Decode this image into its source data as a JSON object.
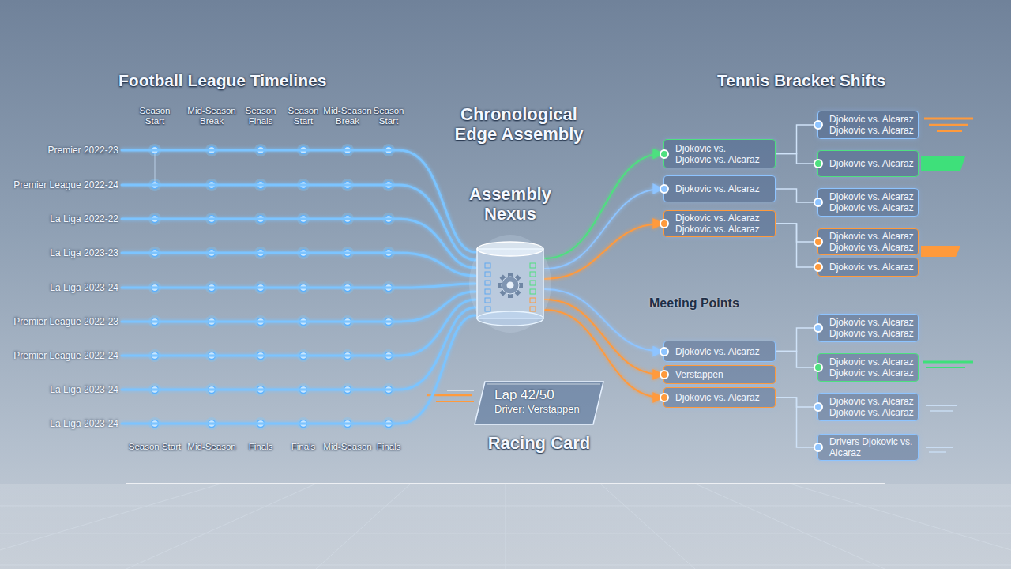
{
  "diagram": {
    "title": "Chronological Edge Assembly",
    "nodes": [
      {
        "text": [
          "Premier 2022-23"
        ]
      },
      {
        "text": [
          "Premier League 2022-24"
        ]
      },
      {
        "text": [
          "La Liga 2022-22"
        ]
      },
      {
        "text": [
          "La Liga 2023-23"
        ]
      },
      {
        "text": [
          "La Liga 2023-24"
        ]
      },
      {
        "text": [
          "Premier League 2022-23"
        ]
      },
      {
        "text": [
          "Premier League 2022-24"
        ]
      },
      {
        "text": [
          "La Liga 2023-24"
        ]
      },
      {
        "text": [
          "La Liga 2023-24"
        ]
      },
      {
        "text": [
          "Assembly Nexus"
        ]
      },
      {
        "text": [
          "Lap 42/50",
          "Driver: Verstappen",
          "Racing Card"
        ]
      },
      {
        "text": [
          "Djokovic vs. Djokovic vs. Alcaraz"
        ]
      },
      {
        "text": [
          "Djokovic vs. Alcaraz"
        ]
      },
      {
        "text": [
          "Djokovic vs. Alcaraz Djokovic vs. Alcaraz"
        ]
      },
      {
        "text": [
          "Djokovic vs. Alcaraz Djokovic vs. Alcaraz"
        ]
      },
      {
        "text": [
          "Djokovic vs. Alcaraz"
        ]
      },
      {
        "text": [
          "Djokovic vs. Alcaraz Djokovic vs. Alcaraz"
        ]
      },
      {
        "text": [
          "Djokovic vs. Alcaraz Djokovic vs. Alcaraz"
        ]
      },
      {
        "text": [
          "Djokovic vs. Alcaraz"
        ]
      },
      {
        "text": [
          "Djokovic vs. Alcaraz"
        ]
      },
      {
        "text": [
          "Verstappen"
        ]
      },
      {
        "text": [
          "Djokovic vs. Alcaraz"
        ]
      },
      {
        "text": [
          "Djokovic vs. Alcaraz Djokovic vs. Alcaraz"
        ]
      },
      {
        "text": [
          "Djokovic vs. Alcaraz Djokovic vs. Alcaraz"
        ]
      },
      {
        "text": [
          "Djokovic vs. Alcaraz Djokovic vs. Alcaraz"
        ]
      },
      {
        "text": [
          "Drivers Djokovic vs. Alcaraz"
        ]
      }
    ],
    "edges": [
      {
        "from": 0,
        "to": 9,
        "arrow": "none"
      },
      {
        "from": 1,
        "to": 9,
        "arrow": "none"
      },
      {
        "from": 2,
        "to": 9,
        "arrow": "none"
      },
      {
        "from": 3,
        "to": 9,
        "arrow": "none"
      },
      {
        "from": 4,
        "to": 9,
        "arrow": "none"
      },
      {
        "from": 5,
        "to": 9,
        "arrow": "none"
      },
      {
        "from": 6,
        "to": 9,
        "arrow": "none"
      },
      {
        "from": 7,
        "to": 9,
        "arrow": "none"
      },
      {
        "from": 8,
        "to": 9,
        "arrow": "none"
      },
      {
        "from": 9,
        "to": 11,
        "arrow": "to"
      },
      {
        "from": 9,
        "to": 12,
        "arrow": "to"
      },
      {
        "from": 9,
        "to": 13,
        "arrow": "to"
      },
      {
        "from": 9,
        "to": 19,
        "arrow": "to"
      },
      {
        "from": 9,
        "to": 20,
        "arrow": "to"
      },
      {
        "from": 9,
        "to": 21,
        "arrow": "to"
      },
      {
        "from": 11,
        "to": 14,
        "arrow": "none"
      },
      {
        "from": 11,
        "to": 15,
        "arrow": "none"
      },
      {
        "from": 12,
        "to": 16,
        "arrow": "none"
      },
      {
        "from": 13,
        "to": 17,
        "arrow": "none"
      },
      {
        "from": 13,
        "to": 18,
        "arrow": "none"
      },
      {
        "from": 19,
        "to": 22,
        "arrow": "none"
      },
      {
        "from": 19,
        "to": 23,
        "arrow": "none"
      },
      {
        "from": 21,
        "to": 24,
        "arrow": "none"
      },
      {
        "from": 21,
        "to": 25,
        "arrow": "none"
      }
    ],
    "labels": [
      "Football League Timelines",
      "Tennis Bracket Shifts",
      "Meeting Points",
      "Season Start",
      "Mid-Season Break",
      "Season Finals",
      "Season Start",
      "Mid-Season Break",
      "Season Start",
      "Season Start",
      "Mid-Season",
      "Finals",
      "Finals",
      "Mid-Season",
      "Finals"
    ]
  }
}
